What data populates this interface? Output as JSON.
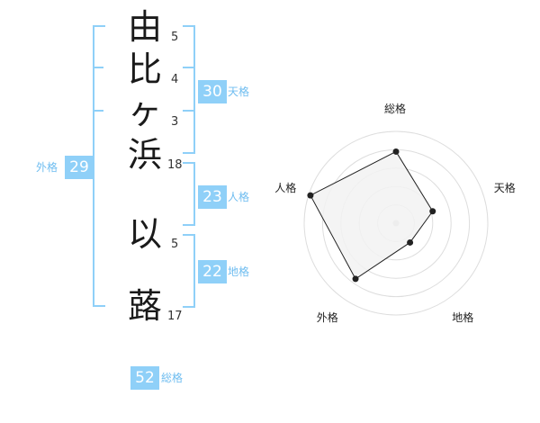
{
  "name": {
    "characters": [
      {
        "char": "由",
        "strokes": "5"
      },
      {
        "char": "比",
        "strokes": "4"
      },
      {
        "char": "ヶ",
        "strokes": "3"
      },
      {
        "char": "浜",
        "strokes": "18"
      },
      {
        "char": "以",
        "strokes": "5"
      },
      {
        "char": "蕗",
        "strokes": "17"
      }
    ]
  },
  "fortune": {
    "tenkaku": {
      "value": "30",
      "label": "天格"
    },
    "jinkaku": {
      "value": "23",
      "label": "人格"
    },
    "chikaku": {
      "value": "22",
      "label": "地格"
    },
    "gaikaku": {
      "value": "29",
      "label": "外格"
    },
    "soukaku": {
      "value": "52",
      "label": "総格"
    }
  },
  "colors": {
    "accent": "#8fd0f8",
    "accent_text": "#6fbdf0",
    "radar_fill": "#f2f2f2",
    "radar_line": "#222222",
    "grid": "#dddddd"
  },
  "chart_data": {
    "type": "radar",
    "axes": [
      "総格",
      "天格",
      "地格",
      "外格",
      "人格"
    ],
    "values": [
      0.78,
      0.42,
      0.26,
      0.75,
      0.98
    ],
    "range": [
      0,
      1
    ],
    "rings": 5
  }
}
